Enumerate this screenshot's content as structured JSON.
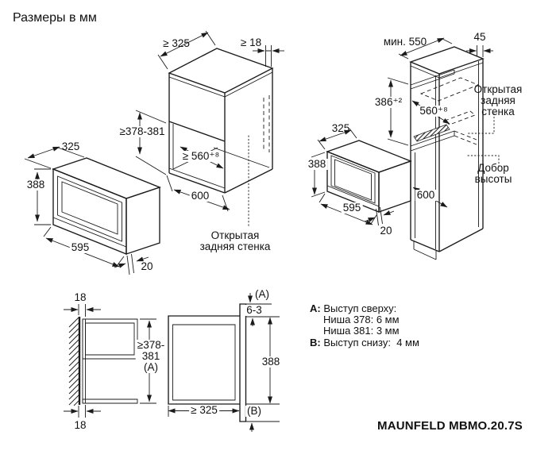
{
  "title": "Размеры в мм",
  "fig1": {
    "d325": "325",
    "d388": "388",
    "d595": "595",
    "d20": "20"
  },
  "fig2": {
    "d325": "≥ 325",
    "d18": "≥ 18",
    "d378_381": "≥378-381",
    "d560": "≥ 560⁺⁸",
    "d600": "600",
    "open_back": "Открытая\nзадняя стенка"
  },
  "fig3": {
    "min550": "мин. 550",
    "d45": "45",
    "d386": "386⁺²",
    "d560": "560⁺⁸",
    "d600": "600",
    "open_back": "Открытая\nзадняя стенка",
    "height_filler": "Добор высоты",
    "mw325": "325",
    "mw388": "388",
    "mw595": "595",
    "mw20": "20"
  },
  "fig4": {
    "d18_top": "18",
    "d18_bottom": "18",
    "niche_height": "≥378-\n381\n(A)",
    "a_ref": "(A)",
    "d6_3": "6-3",
    "d388": "388",
    "d325": "≥ 325",
    "b_ref": "(B)"
  },
  "legend": {
    "a_prefix": "A:",
    "a_text": "Выступ сверху:",
    "row1": "Ниша 378: 6 мм",
    "row2": "Ниша 381: 3 мм",
    "b_prefix": "B:",
    "b_text": "Выступ снизу:",
    "b_value": "4 мм"
  },
  "model": "MAUNFELD MBMO.20.7S"
}
